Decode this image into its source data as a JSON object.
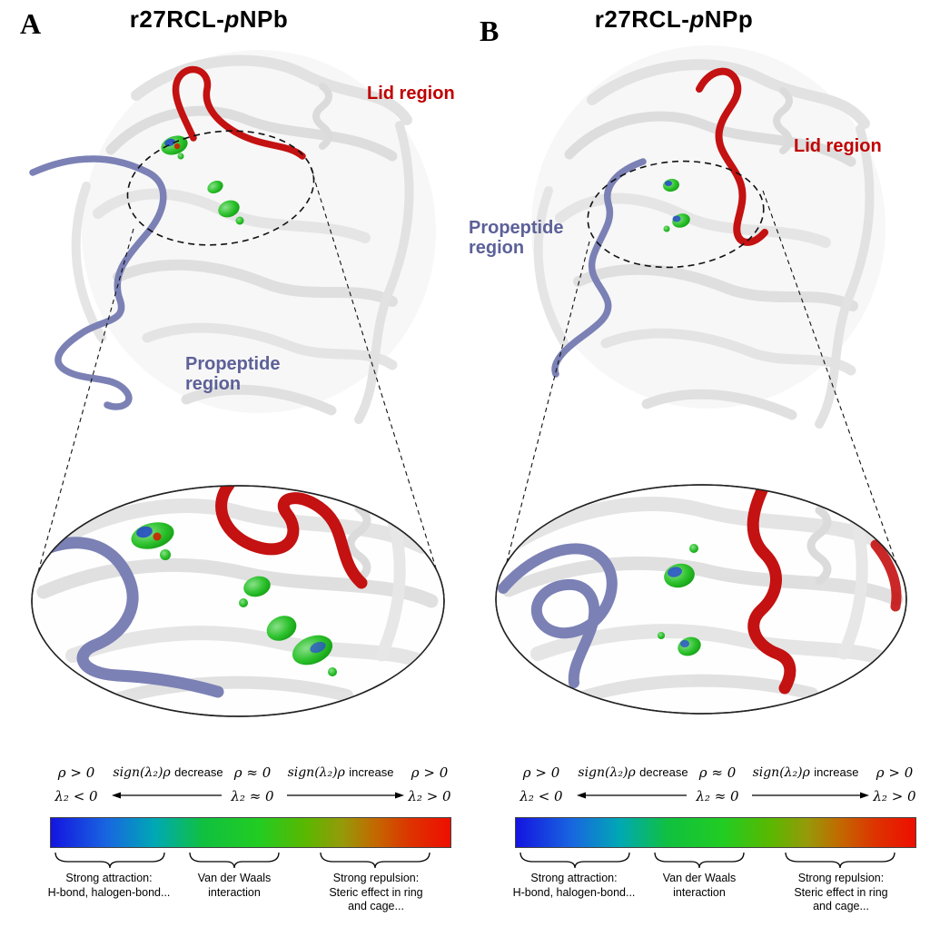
{
  "figure": {
    "panels": [
      {
        "label": "A",
        "title": {
          "prefix": "r27RCL-",
          "italic": "p",
          "suffix": "NPb"
        },
        "lid_label": "Lid region",
        "propeptide_label": "Propeptide\nregion"
      },
      {
        "label": "B",
        "title": {
          "prefix": "r27RCL-",
          "italic": "p",
          "suffix": "NPp"
        },
        "lid_label": "Lid region",
        "propeptide_label": "Propeptide\nregion"
      }
    ],
    "legend": {
      "rho_positive": "ρ > 0",
      "lambda2_negative": "λ₂ < 0",
      "decrease_math": "sign(λ₂)ρ",
      "decrease_word": "decrease",
      "rho_zero": "ρ ≈ 0",
      "lambda2_zero": "λ₂ ≈ 0",
      "increase_math": "sign(λ₂)ρ",
      "increase_word": "increase",
      "lambda2_positive": "λ₂ > 0",
      "attraction_label": "Strong attraction:\nH-bond, halogen-bond...",
      "vdw_label": "Van der Waals\ninteraction",
      "repulsion_label": "Strong repulsion:\nSteric effect in ring\nand cage..."
    },
    "colors": {
      "lid_region": "#c00000",
      "propeptide_region": "#5c6198",
      "nci_attraction_blue": "#1414e0",
      "nci_vdw_green": "#22cc22",
      "nci_repulsion_red": "#ee0e00"
    }
  }
}
